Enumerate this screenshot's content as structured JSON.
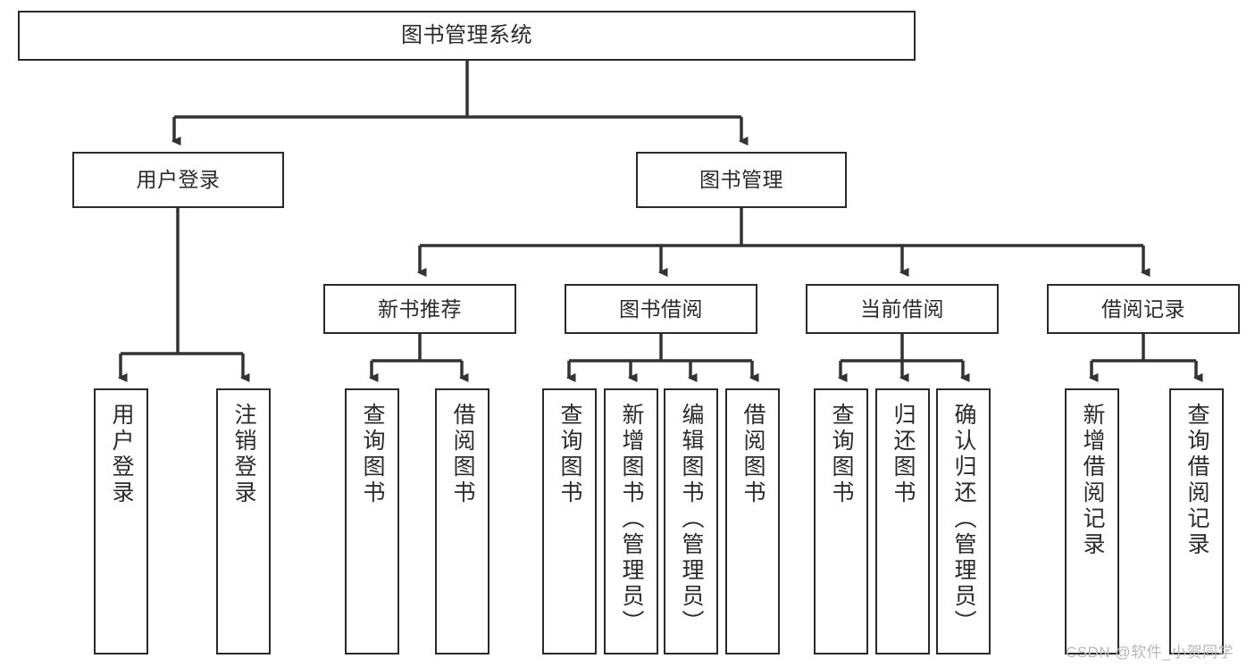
{
  "diagram": {
    "title": "图书管理系统",
    "type": "tree-hierarchy-diagram",
    "watermark": "CSDN @软件_小贺同学",
    "colors": {
      "box_border": "#2b2b2b",
      "box_fill": "#ffffff",
      "text": "#2b2b2b",
      "edge": "#333333",
      "watermark": "#b8b8b8",
      "background": "#ffffff"
    }
  },
  "nodes": {
    "root": {
      "label": "图书管理系统"
    },
    "level2": [
      {
        "id": "user-login",
        "label": "用户登录"
      },
      {
        "id": "book-manage",
        "label": "图书管理"
      }
    ],
    "level3": [
      {
        "id": "new-book-rec",
        "label": "新书推荐"
      },
      {
        "id": "book-borrow",
        "label": "图书借阅"
      },
      {
        "id": "current-borrow",
        "label": "当前借阅"
      },
      {
        "id": "borrow-record",
        "label": "借阅记录"
      }
    ],
    "leaves": {
      "user-login": [
        {
          "id": "leaf-user-login",
          "label": "用户登录"
        },
        {
          "id": "leaf-logout-login",
          "label": "注销登录"
        }
      ],
      "new-book-rec": [
        {
          "id": "leaf-query-book-1",
          "label": "查询图书"
        },
        {
          "id": "leaf-borrow-book-1",
          "label": "借阅图书"
        }
      ],
      "book-borrow": [
        {
          "id": "leaf-query-book-2",
          "label": "查询图书"
        },
        {
          "id": "leaf-add-book",
          "label": "新增图书（管理员）"
        },
        {
          "id": "leaf-edit-book",
          "label": "编辑图书（管理员）"
        },
        {
          "id": "leaf-borrow-book-2",
          "label": "借阅图书"
        }
      ],
      "current-borrow": [
        {
          "id": "leaf-query-book-3",
          "label": "查询图书"
        },
        {
          "id": "leaf-return-book",
          "label": "归还图书"
        },
        {
          "id": "leaf-confirm-return",
          "label": "确认归还（管理员）"
        }
      ],
      "borrow-record": [
        {
          "id": "leaf-add-record",
          "label": "新增借阅记录"
        },
        {
          "id": "leaf-query-record",
          "label": "查询借阅记录"
        }
      ]
    }
  }
}
